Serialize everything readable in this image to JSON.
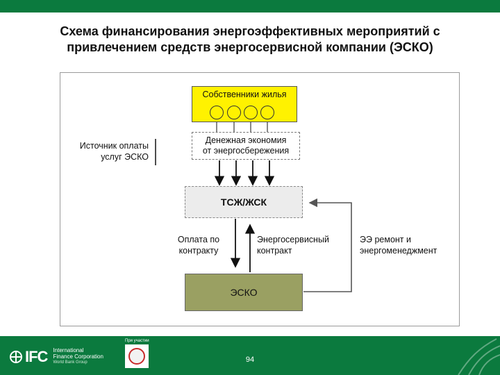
{
  "title": {
    "line1": "Схема финансирования энергоэффективных мероприятий с",
    "line2": "привлечением средств энергосервисной компании (ЭСКО)"
  },
  "diagram": {
    "owners_label": "Собственники жилья",
    "savings_label_line1": "Денежная экономия",
    "savings_label_line2": "от энергосбережения",
    "source_line1": "Источник оплаты",
    "source_line2": "услуг ЭСКО",
    "tszh_label": "ТСЖ/ЖСК",
    "payment_line1": "Оплата по",
    "payment_line2": "контракту",
    "contract_line1": "Энергосервисный",
    "contract_line2": "контракт",
    "repair_line1": "ЭЭ ремонт и",
    "repair_line2": "энергоменеджмент",
    "esko_label": "ЭСКО"
  },
  "footer": {
    "logo_text": "IFC",
    "org_line1": "International",
    "org_line2": "Finance Corporation",
    "org_line3": "World Bank Group",
    "partner_caption": "При участии",
    "page_number": "94"
  },
  "colors": {
    "brand_green": "#0b7a3e",
    "owners_yellow": "#fff200",
    "esko_olive": "#9aa062",
    "tszh_gray": "#ececec"
  }
}
